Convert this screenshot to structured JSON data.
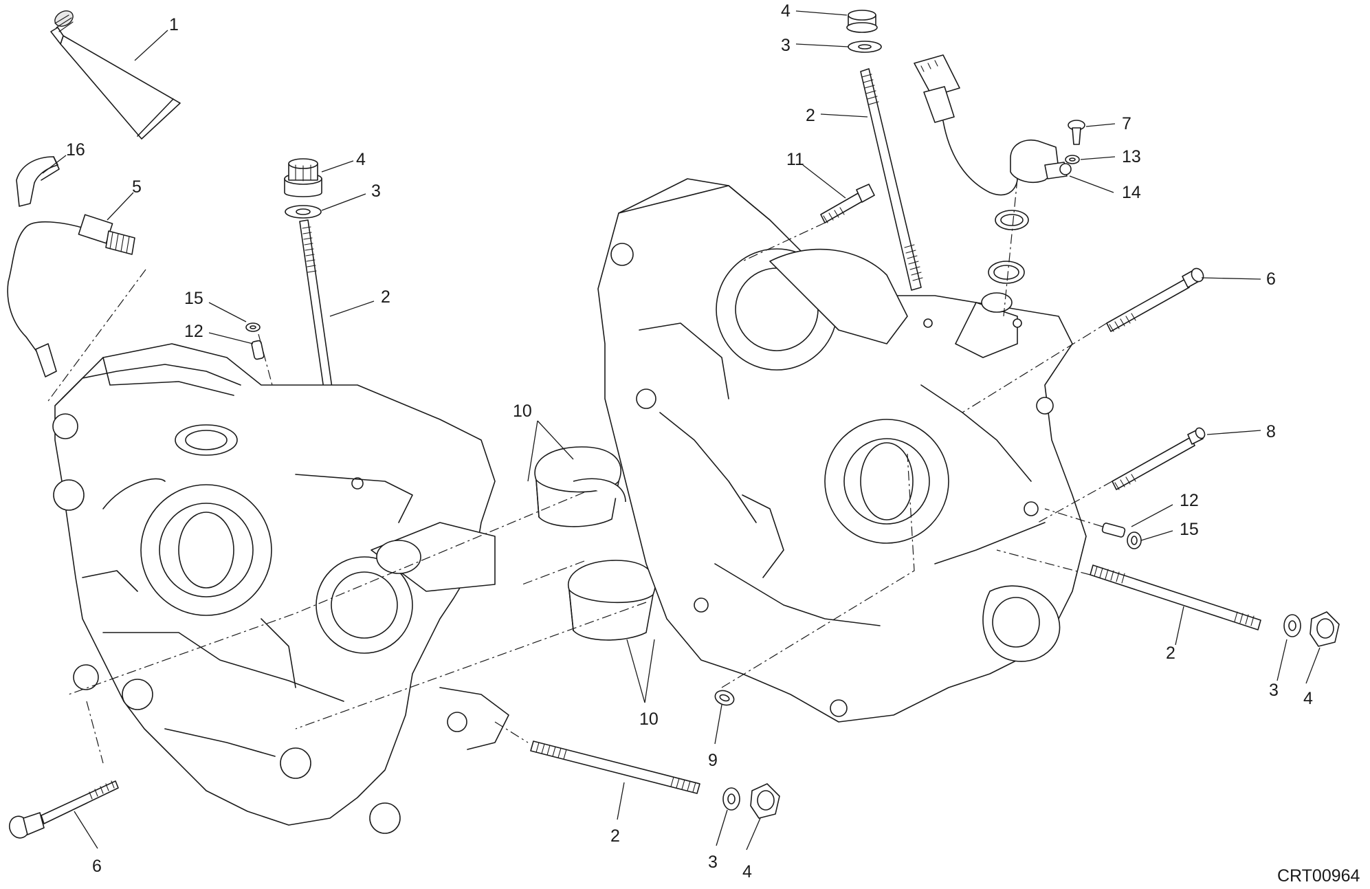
{
  "diagram": {
    "code": "CRT00964"
  },
  "callouts": [
    {
      "id": "c1",
      "label": "1"
    },
    {
      "id": "c16",
      "label": "16"
    },
    {
      "id": "c5",
      "label": "5"
    },
    {
      "id": "c4a",
      "label": "4"
    },
    {
      "id": "c3a",
      "label": "3"
    },
    {
      "id": "c2a",
      "label": "2"
    },
    {
      "id": "c15a",
      "label": "15"
    },
    {
      "id": "c12a",
      "label": "12"
    },
    {
      "id": "c10a",
      "label": "10"
    },
    {
      "id": "c10b",
      "label": "10"
    },
    {
      "id": "c6a",
      "label": "6"
    },
    {
      "id": "c2b",
      "label": "2"
    },
    {
      "id": "c3b",
      "label": "3"
    },
    {
      "id": "c4b",
      "label": "4"
    },
    {
      "id": "c9",
      "label": "9"
    },
    {
      "id": "c4c",
      "label": "4"
    },
    {
      "id": "c3c",
      "label": "3"
    },
    {
      "id": "c2c",
      "label": "2"
    },
    {
      "id": "c11",
      "label": "11"
    },
    {
      "id": "c7",
      "label": "7"
    },
    {
      "id": "c13",
      "label": "13"
    },
    {
      "id": "c14",
      "label": "14"
    },
    {
      "id": "c6b",
      "label": "6"
    },
    {
      "id": "c8",
      "label": "8"
    },
    {
      "id": "c12b",
      "label": "12"
    },
    {
      "id": "c15b",
      "label": "15"
    },
    {
      "id": "c2d",
      "label": "2"
    },
    {
      "id": "c3d",
      "label": "3"
    },
    {
      "id": "c4d",
      "label": "4"
    }
  ]
}
